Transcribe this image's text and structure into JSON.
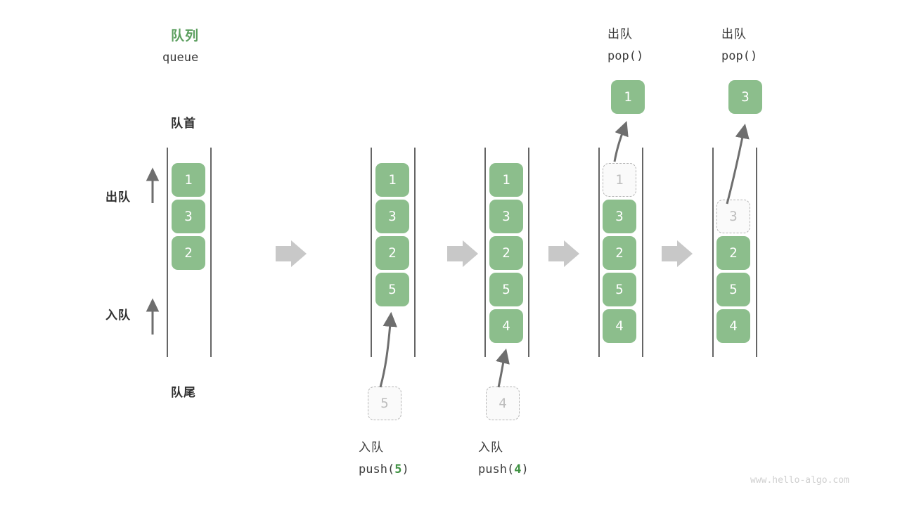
{
  "meta": {
    "watermark": "www.hello-algo.com",
    "accent_green": "#5b9e5e",
    "cell_green": "#8cbe8c",
    "ghost_gray": "#b4b4b4",
    "arrow_gray": "#6e6e6e",
    "step_arrow_gray": "#c8c8c8"
  },
  "title": {
    "cn": "队列",
    "en": "queue"
  },
  "labels": {
    "front": "队首",
    "rear": "队尾",
    "dequeue": "出队",
    "enqueue": "入队"
  },
  "steps": [
    {
      "id": "step-initial",
      "caption_cn": "",
      "caption_code_prefix": "",
      "caption_code_num": "",
      "caption_code_suffix": "",
      "cells": [
        {
          "value": "1",
          "state": "filled"
        },
        {
          "value": "3",
          "state": "filled"
        },
        {
          "value": "2",
          "state": "filled"
        }
      ],
      "incoming": null,
      "popped": null
    },
    {
      "id": "step-push-5",
      "caption_cn": "入队",
      "caption_code_prefix": "push(",
      "caption_code_num": "5",
      "caption_code_suffix": ")",
      "cells": [
        {
          "value": "1",
          "state": "filled"
        },
        {
          "value": "3",
          "state": "filled"
        },
        {
          "value": "2",
          "state": "filled"
        },
        {
          "value": "5",
          "state": "filled"
        }
      ],
      "incoming": {
        "value": "5",
        "state": "ghost"
      },
      "popped": null
    },
    {
      "id": "step-push-4",
      "caption_cn": "入队",
      "caption_code_prefix": "push(",
      "caption_code_num": "4",
      "caption_code_suffix": ")",
      "cells": [
        {
          "value": "1",
          "state": "filled"
        },
        {
          "value": "3",
          "state": "filled"
        },
        {
          "value": "2",
          "state": "filled"
        },
        {
          "value": "5",
          "state": "filled"
        },
        {
          "value": "4",
          "state": "filled"
        }
      ],
      "incoming": {
        "value": "4",
        "state": "ghost"
      },
      "popped": null
    },
    {
      "id": "step-pop-1",
      "caption_cn": "出队",
      "caption_code_prefix": "pop(",
      "caption_code_num": "",
      "caption_code_suffix": ")",
      "cells": [
        {
          "value": "1",
          "state": "ghost"
        },
        {
          "value": "3",
          "state": "filled"
        },
        {
          "value": "2",
          "state": "filled"
        },
        {
          "value": "5",
          "state": "filled"
        },
        {
          "value": "4",
          "state": "filled"
        }
      ],
      "incoming": null,
      "popped": {
        "value": "1",
        "state": "filled"
      }
    },
    {
      "id": "step-pop-3",
      "caption_cn": "出队",
      "caption_code_prefix": "pop(",
      "caption_code_num": "",
      "caption_code_suffix": ")",
      "cells": [
        {
          "value": "",
          "state": "empty"
        },
        {
          "value": "3",
          "state": "ghost"
        },
        {
          "value": "2",
          "state": "filled"
        },
        {
          "value": "5",
          "state": "filled"
        },
        {
          "value": "4",
          "state": "filled"
        }
      ],
      "incoming": null,
      "popped": {
        "value": "3",
        "state": "filled"
      }
    }
  ]
}
